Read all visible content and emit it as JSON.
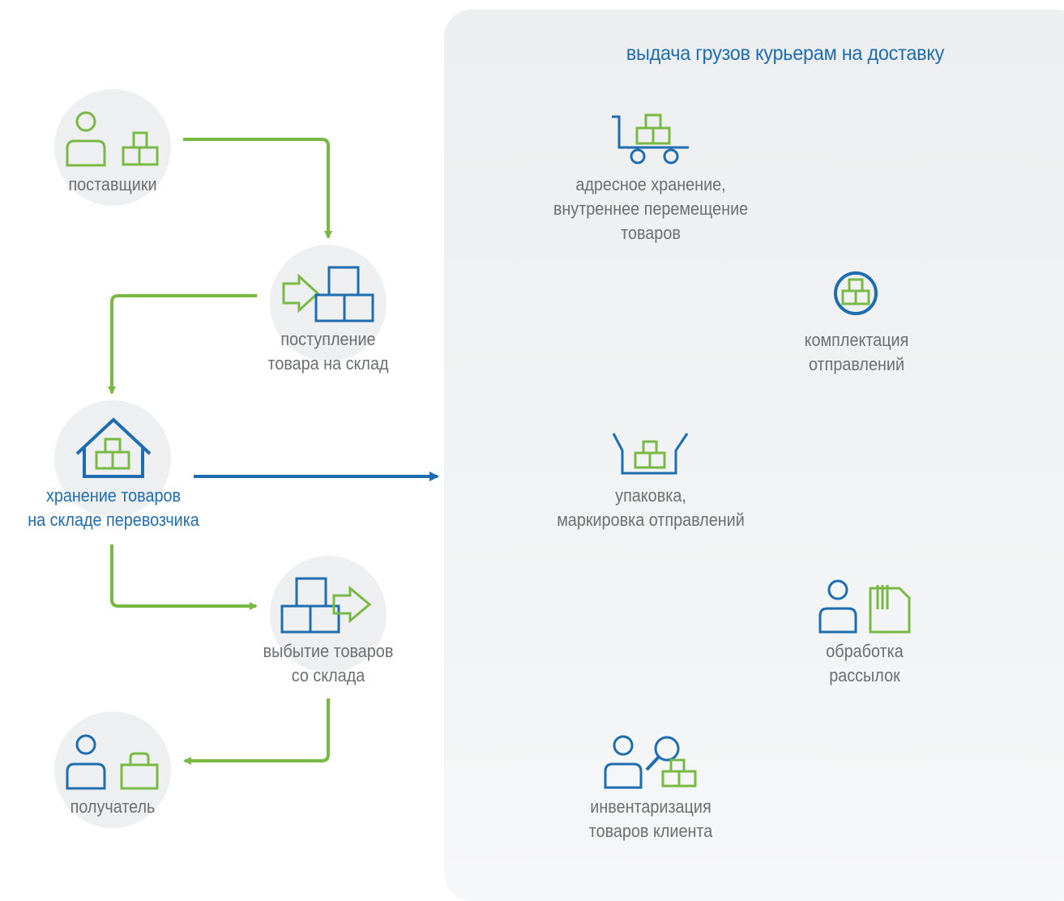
{
  "panel": {
    "title": "выдача грузов курьерам на доставку"
  },
  "flow": {
    "suppliers": {
      "label": "поставщики",
      "icons": [
        "person-icon",
        "boxes-icon"
      ]
    },
    "receiving": {
      "line1": "поступление",
      "line2": "товара на склад",
      "icons": [
        "arrow-in-icon",
        "boxes-icon"
      ]
    },
    "storage": {
      "line1": "хранение товаров",
      "line2": "на складе перевозчика",
      "icons": [
        "warehouse-icon"
      ]
    },
    "shipping": {
      "line1": "выбытие товаров",
      "line2": "со склада",
      "icons": [
        "boxes-icon",
        "arrow-out-icon"
      ]
    },
    "recipient": {
      "label": "получатель",
      "icons": [
        "person-icon",
        "bag-icon"
      ]
    }
  },
  "services": {
    "addressing": {
      "line1": "адресное хранение,",
      "line2": "внутреннее перемещение",
      "line3": "товаров",
      "icon": "cart-icon"
    },
    "picking": {
      "line1": "комплектация",
      "line2": "отправлений",
      "icon": "boxes-circle-icon"
    },
    "packing": {
      "line1": "упаковка,",
      "line2": "маркировка отправлений",
      "icon": "package-box-icon"
    },
    "mailing": {
      "line1": "обработка",
      "line2": "рассылок",
      "icon": "person-mail-icon"
    },
    "inventory": {
      "line1": "инвентаризация",
      "line2": "товаров клиента",
      "icon": "inspect-icon"
    }
  },
  "colors": {
    "green": "#78b943",
    "blue": "#1f6db1",
    "text": "#6d6e70",
    "circle": "#eeeff0",
    "panel": "#eff0f1"
  }
}
